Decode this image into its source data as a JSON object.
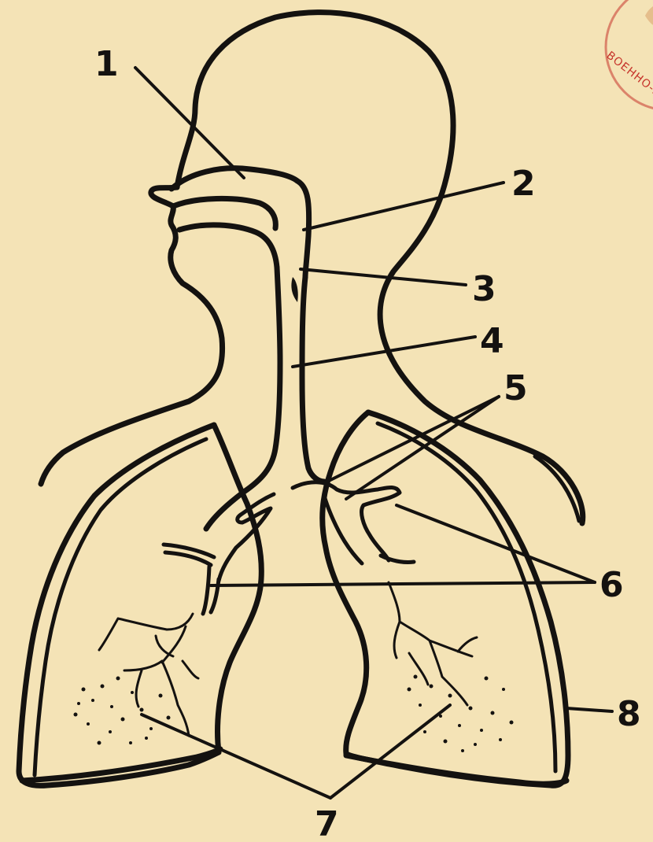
{
  "labels": {
    "l1": "1",
    "l2": "2",
    "l3": "3",
    "l4": "4",
    "l5": "5",
    "l6": "6",
    "l7": "7",
    "l8": "8"
  },
  "stamp": {
    "text": "ВОЕННО-МЕ"
  },
  "colors": {
    "paper": "#f4e3b6",
    "ink": "#141210",
    "stamp": "#c6342b"
  }
}
